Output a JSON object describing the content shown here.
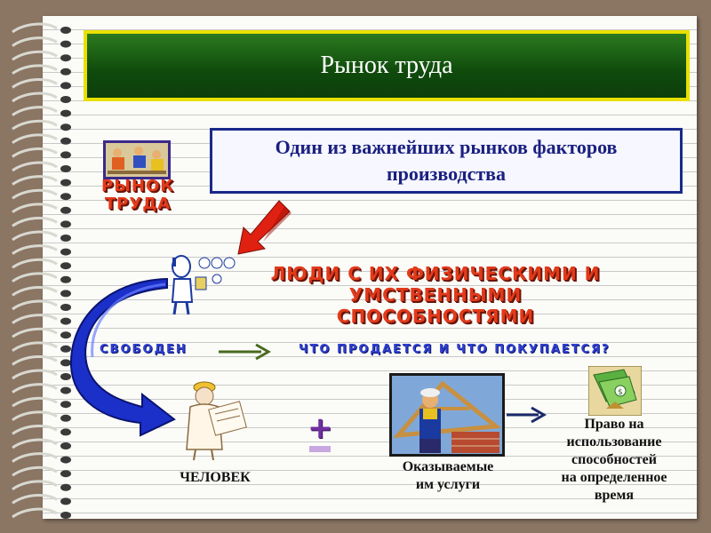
{
  "slide": {
    "title": "Рынок труда",
    "definition": "Один из важнейших рынков факторов производства",
    "market_label": [
      "РЫНОК",
      "ТРУДА"
    ],
    "people_text": [
      "ЛЮДИ С ИХ ФИЗИЧЕСКИМИ И",
      "УМСТВЕННЫМИ СПОСОБНОСТЯМИ"
    ],
    "free_label": "СВОБОДЕН",
    "question_text": "ЧТО ПРОДАЕТСЯ И ЧТО ПОКУПАЕТСЯ?",
    "person_label": "ЧЕЛОВЕК",
    "services_label": [
      "Оказываемые",
      "им услуги"
    ],
    "right_label": [
      "Право на",
      "использование",
      "способностей",
      "на определенное",
      "время"
    ],
    "plus_sign": "+"
  },
  "colors": {
    "title_bg": "#0f4a0c",
    "title_border": "#e9e000",
    "definition_border": "#1a2a8a",
    "wordart_red": "#e23a1a",
    "arrow_blue": "#1b2fc9",
    "arrow_red": "#e02010"
  },
  "icons": [
    "spiral-binding-icon",
    "workers-picture-icon",
    "red-arrow-icon",
    "thinking-person-icon",
    "blue-curved-arrow-icon",
    "green-arrow-icon",
    "builder-picture-icon",
    "worker-woman-icon",
    "money-picture-icon",
    "dark-arrow-icon"
  ]
}
